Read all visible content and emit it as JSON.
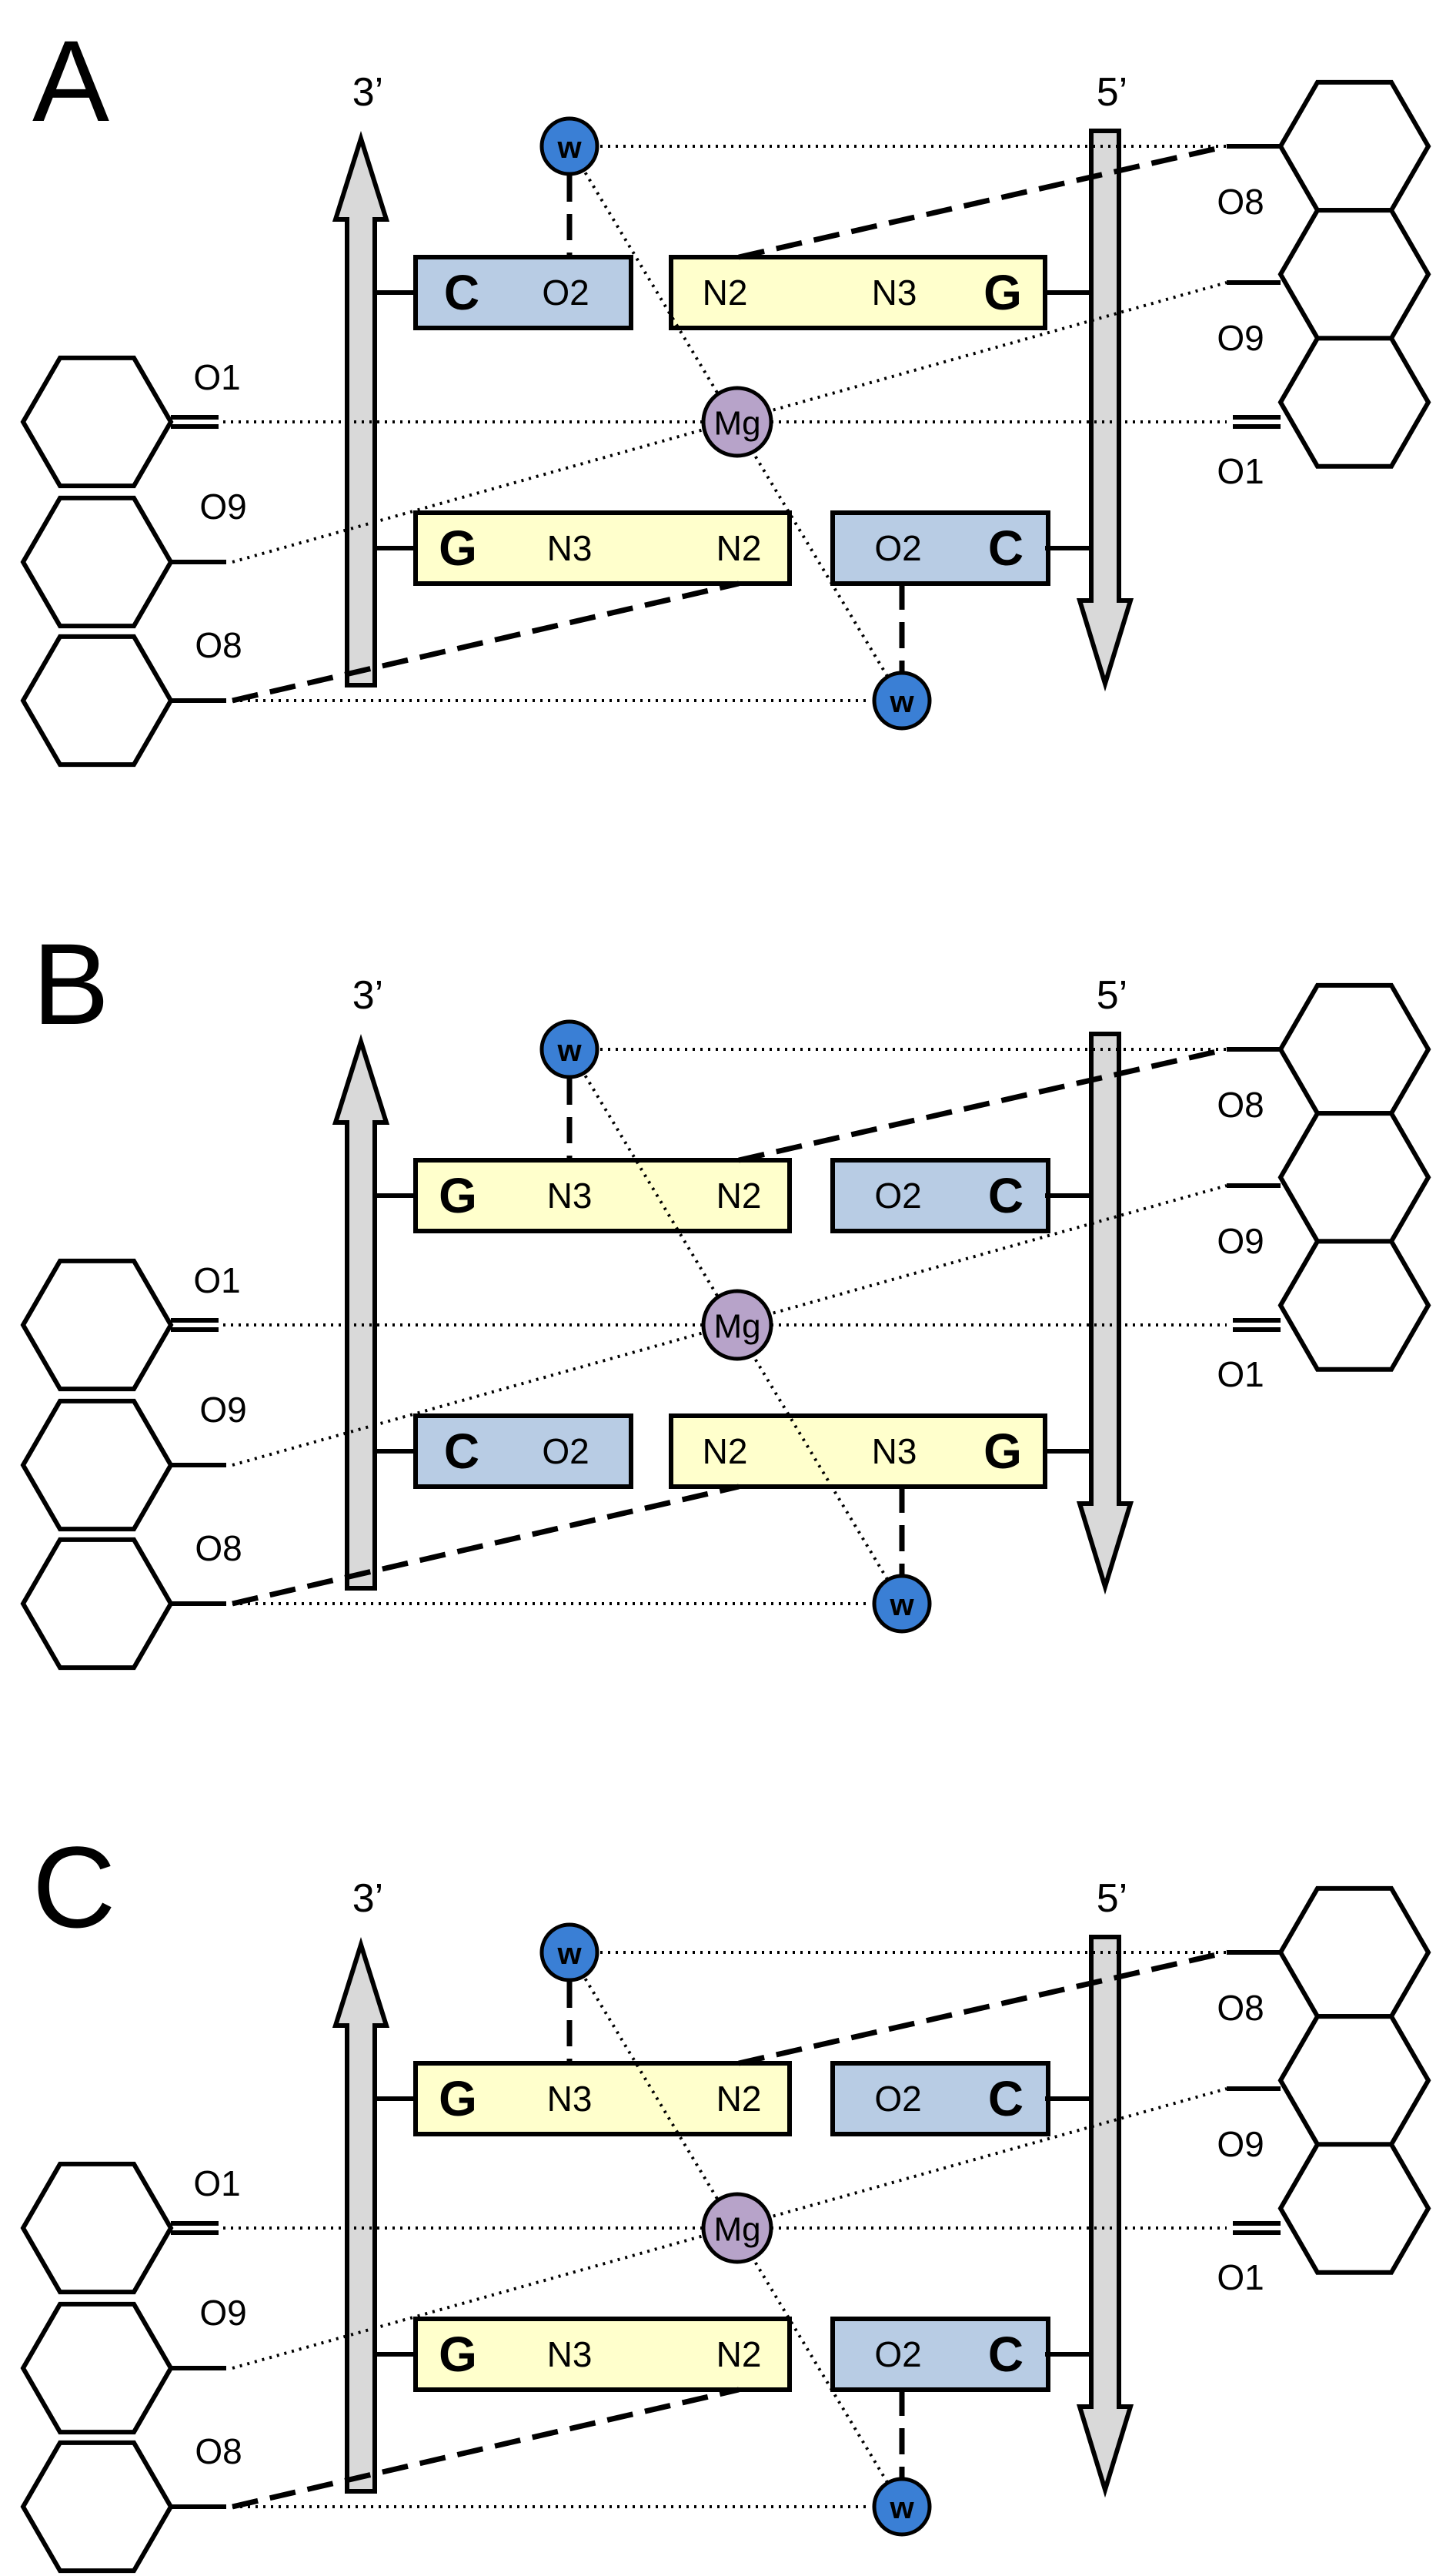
{
  "colors": {
    "guanine": "#ffffcc",
    "cytosine": "#b8cce4",
    "magnesium": "#b7a3c9",
    "water": "#3a7fd5",
    "strand": "#d9d9d9"
  },
  "labels": {
    "strand_3": "3’",
    "strand_5": "5’",
    "o1": "O1",
    "o8": "O8",
    "o9": "O9",
    "mg": "Mg",
    "w": "w",
    "g": "G",
    "c": "C",
    "n2": "N2",
    "n3": "N3",
    "o2": "O2"
  },
  "panels": [
    {
      "label": "A",
      "top_pair": "C-G",
      "bottom_pair": "G-C"
    },
    {
      "label": "B",
      "top_pair": "G-C",
      "bottom_pair": "C-G"
    },
    {
      "label": "C",
      "top_pair": "G-C",
      "bottom_pair": "G-C"
    }
  ]
}
